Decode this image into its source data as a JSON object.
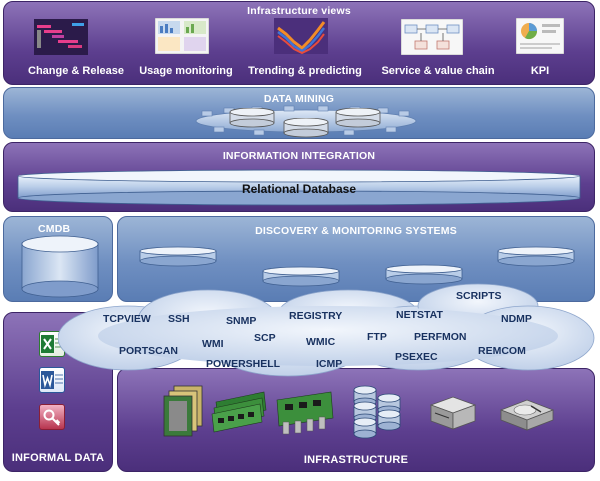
{
  "infrastructure_views": {
    "title": "Infrastructure views",
    "items": [
      {
        "label": "Change & Release",
        "icon": "gantt-chart-icon"
      },
      {
        "label": "Usage monitoring",
        "icon": "dashboard-icon"
      },
      {
        "label": "Trending & predicting",
        "icon": "trend-chart-icon"
      },
      {
        "label": "Service & value chain",
        "icon": "flow-diagram-icon"
      },
      {
        "label": "KPI",
        "icon": "kpi-report-icon"
      }
    ]
  },
  "data_mining": {
    "title": "DATA MINING"
  },
  "information_integration": {
    "title": "INFORMATION INTEGRATION",
    "database_label": "Relational Database"
  },
  "cmdb": {
    "title": "CMDB"
  },
  "discovery": {
    "title": "DISCOVERY & MONITORING SYSTEMS"
  },
  "protocols": [
    "TCPVIEW",
    "SSH",
    "SNMP",
    "REGISTRY",
    "NETSTAT",
    "SCRIPTS",
    "NDMP",
    "PORTSCAN",
    "WMI",
    "SCP",
    "WMIC",
    "FTP",
    "PERFMON",
    "REMCOM",
    "POWERSHELL",
    "ICMP",
    "PSEXEC"
  ],
  "informal_data": {
    "title": "INFORMAL DATA",
    "icons": [
      "excel-icon",
      "word-icon",
      "access-icon"
    ]
  },
  "infrastructure": {
    "title": "INFRASTRUCTURE",
    "icons": [
      "cpu-chip-icon",
      "memory-module-icon",
      "network-card-icon",
      "storage-stack-icon",
      "server-icon",
      "hard-drive-icon"
    ]
  }
}
